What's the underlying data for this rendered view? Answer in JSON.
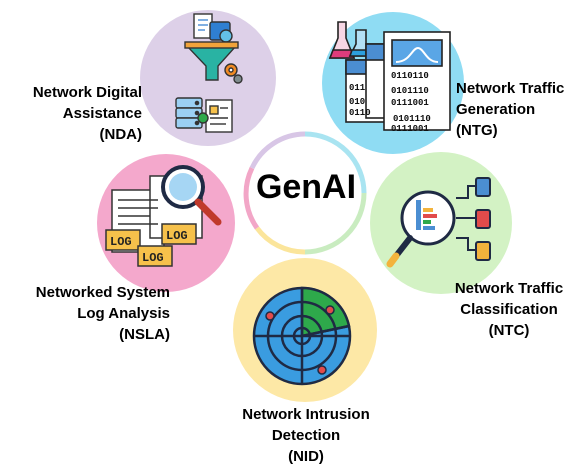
{
  "center": {
    "title": "GenAI"
  },
  "nodes": {
    "nda": {
      "line1": "Network Digital",
      "line2": "Assistance",
      "line3": "(NDA)",
      "color": "#ddd0e8"
    },
    "ntg": {
      "line1": "Network Traffic",
      "line2": "Generation",
      "line3": "(NTG)",
      "color": "#8fdcf3"
    },
    "ntc": {
      "line1": "Network Traffic",
      "line2": "Classification",
      "line3": "(NTC)",
      "color": "#d3f2c4"
    },
    "nid": {
      "line1": "Network Intrusion",
      "line2": "Detection",
      "line3": "(NID)",
      "color": "#fde8a6"
    },
    "nsla": {
      "line1": "Networked System",
      "line2": "Log Analysis",
      "line3": "(NSLA)",
      "color": "#f4a8cc"
    }
  },
  "icons": {
    "ntg_code_front": [
      "0110110",
      "0101110",
      "0111001"
    ],
    "ntg_code_mid": [
      "011",
      "010",
      "0110"
    ],
    "ntg_code_back": [
      "0101110",
      "0111001"
    ],
    "nsla_log_tag": "LOG"
  }
}
